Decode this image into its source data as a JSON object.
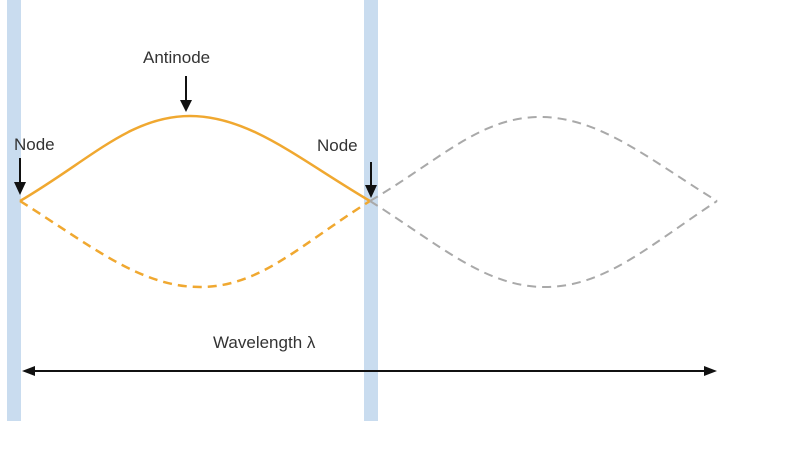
{
  "labels": {
    "antinode": "Antinode",
    "node_left": "Node",
    "node_right": "Node",
    "wavelength": "Wavelength λ"
  },
  "colors": {
    "boundary": "#c9dcef",
    "wave": "#f0a830",
    "reflection": "#a9a9a9",
    "arrow": "#111111"
  }
}
